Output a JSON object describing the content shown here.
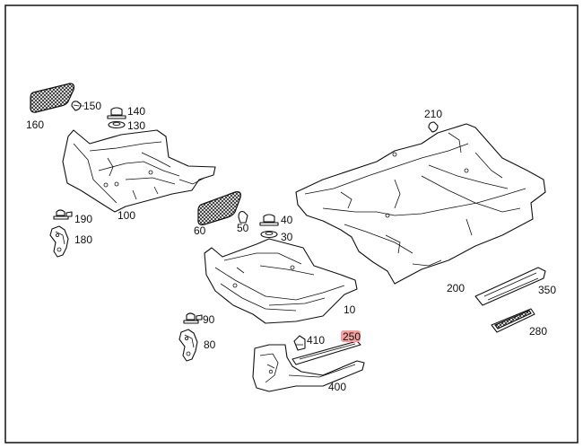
{
  "labels": {
    "p10": "10",
    "p30": "30",
    "p40": "40",
    "p50": "50",
    "p60": "60",
    "p80": "80",
    "p90": "90",
    "p100": "100",
    "p130": "130",
    "p140": "140",
    "p150": "150",
    "p160": "160",
    "p180": "180",
    "p190": "190",
    "p200": "200",
    "p210": "210",
    "p250": "250",
    "p280": "280",
    "p350": "350",
    "p400": "400",
    "p410": "410"
  },
  "colors": {
    "line": "#111111",
    "background": "#ffffff",
    "highlight": "#e84848"
  },
  "highlighted_part": "250"
}
